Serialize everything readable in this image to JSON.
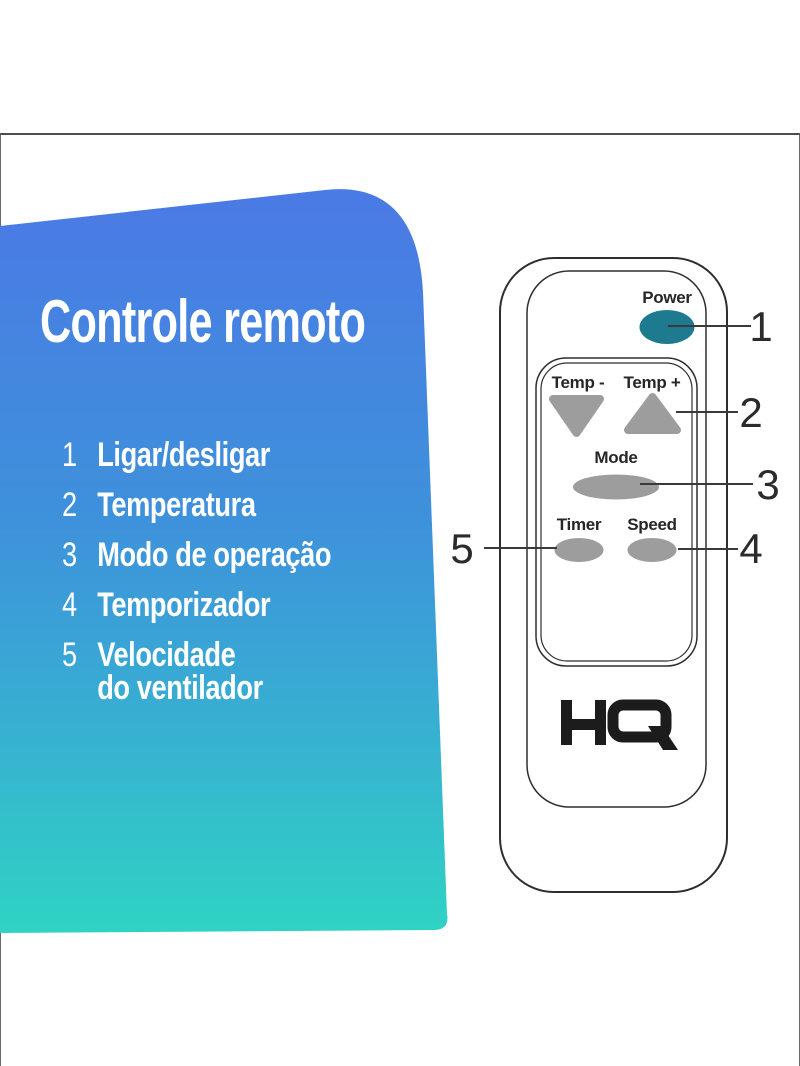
{
  "panel": {
    "title": "Controle remoto",
    "items": [
      {
        "num": "1",
        "label": "Ligar/desligar"
      },
      {
        "num": "2",
        "label": "Temperatura"
      },
      {
        "num": "3",
        "label": "Modo de operação"
      },
      {
        "num": "4",
        "label": "Temporizador"
      },
      {
        "num": "5",
        "label": "Velocidade",
        "label2": "do ventilador"
      }
    ],
    "colors": {
      "gradient_top": "#4b79e5",
      "gradient_mid1": "#3e91db",
      "gradient_mid2": "#37afd2",
      "gradient_bottom": "#2fd3c3"
    }
  },
  "remote": {
    "brand": "HQ",
    "labels": {
      "power": "Power",
      "temp_minus": "Temp -",
      "temp_plus": "Temp +",
      "mode": "Mode",
      "timer": "Timer",
      "speed": "Speed"
    },
    "colors": {
      "power_button": "#1e7a8e",
      "button": "#9d9d9d"
    }
  },
  "callouts": {
    "power": "1",
    "temp": "2",
    "mode": "3",
    "speed": "4",
    "timer": "5"
  }
}
